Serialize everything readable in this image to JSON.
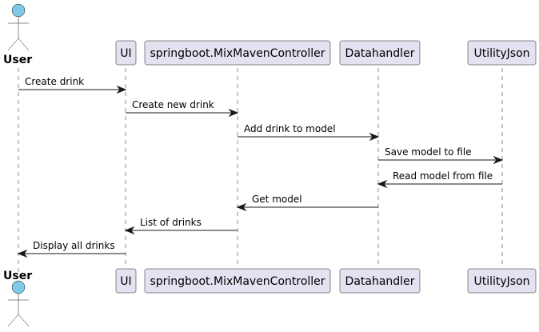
{
  "diagram": {
    "type": "sequence",
    "actor": {
      "label": "User"
    },
    "participants": [
      {
        "id": "ui",
        "label": "UI"
      },
      {
        "id": "controller",
        "label": "springboot.MixMavenController"
      },
      {
        "id": "datahandler",
        "label": "Datahandler"
      },
      {
        "id": "utilityjson",
        "label": "UtilityJson"
      }
    ],
    "messages": [
      {
        "from": "user",
        "to": "ui",
        "label": "Create drink"
      },
      {
        "from": "ui",
        "to": "controller",
        "label": "Create new drink"
      },
      {
        "from": "controller",
        "to": "datahandler",
        "label": "Add drink to model"
      },
      {
        "from": "datahandler",
        "to": "utilityjson",
        "label": "Save model to file"
      },
      {
        "from": "utilityjson",
        "to": "datahandler",
        "label": "Read model from file"
      },
      {
        "from": "datahandler",
        "to": "controller",
        "label": "Get model"
      },
      {
        "from": "controller",
        "to": "ui",
        "label": "List of drinks"
      },
      {
        "from": "ui",
        "to": "user",
        "label": "Display all drinks"
      }
    ],
    "colors": {
      "participant_fill": "#E2E2F0",
      "actor_head": "#7EC8E8",
      "line": "#181818"
    }
  }
}
